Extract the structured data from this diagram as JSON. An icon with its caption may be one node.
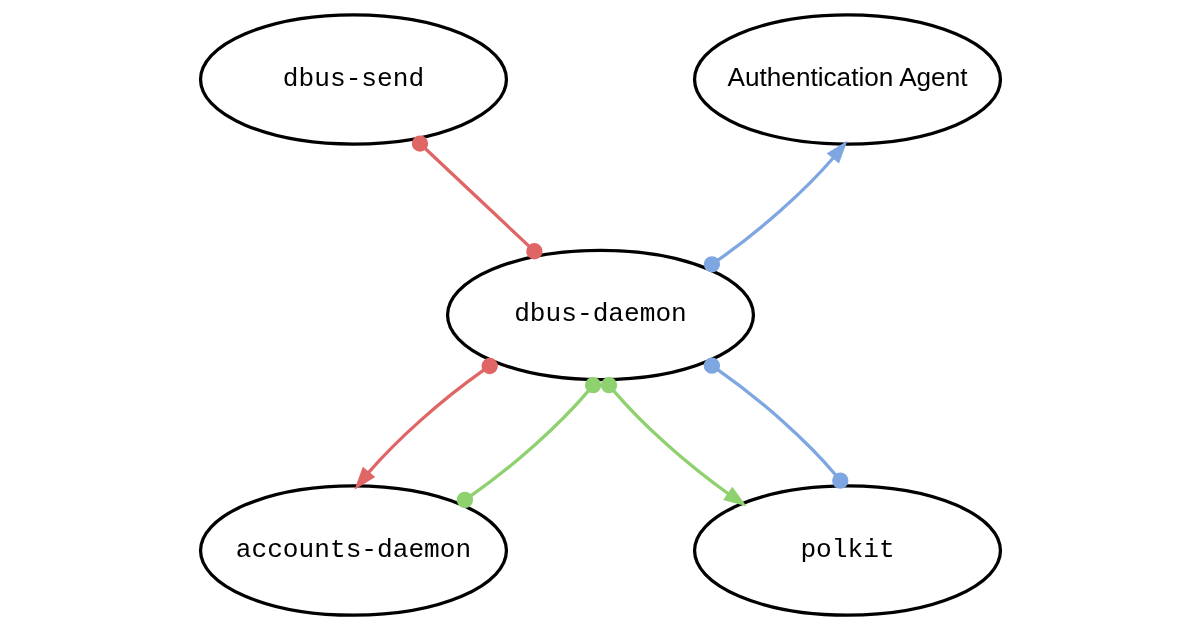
{
  "diagram": {
    "nodes": [
      {
        "text": [
          "dbus-send"
        ]
      },
      {
        "text": [
          "Authentication Agent"
        ]
      },
      {
        "text": [
          "dbus-daemon"
        ]
      },
      {
        "text": [
          "accounts-daemon"
        ]
      },
      {
        "text": [
          "polkit"
        ]
      }
    ],
    "edges": [
      {
        "from": 0,
        "to": 2,
        "arrow": "other",
        "color": "#e06666"
      },
      {
        "from": 2,
        "to": 3,
        "arrow": "to",
        "color": "#e06666"
      },
      {
        "from": 3,
        "to": 2,
        "arrow": "other",
        "color": "#8fd16f"
      },
      {
        "from": 2,
        "to": 4,
        "arrow": "to",
        "color": "#8fd16f"
      },
      {
        "from": 4,
        "to": 2,
        "arrow": "other",
        "color": "#7ea6e0"
      },
      {
        "from": 2,
        "to": 1,
        "arrow": "to",
        "color": "#7ea6e0"
      }
    ]
  }
}
